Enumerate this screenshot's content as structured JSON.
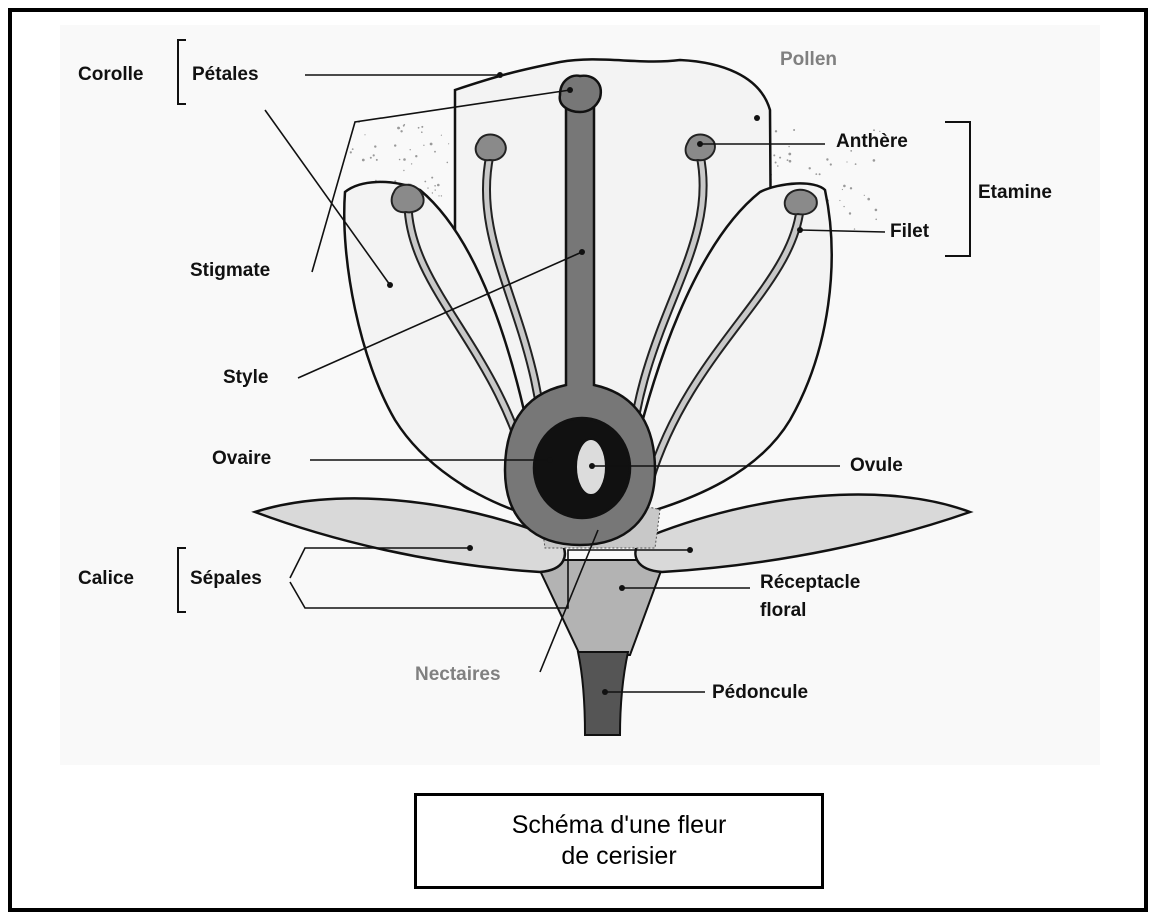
{
  "labels": {
    "corolle": "Corolle",
    "petales": "Pétales",
    "pollen": "Pollen",
    "anthere": "Anthère",
    "etamine": "Etamine",
    "filet": "Filet",
    "stigmate": "Stigmate",
    "style": "Style",
    "ovaire": "Ovaire",
    "ovule": "Ovule",
    "calice": "Calice",
    "sepales": "Sépales",
    "receptacle_line1": "Réceptacle",
    "receptacle_line2": "floral",
    "nectaires": "Nectaires",
    "pedoncule": "Pédoncule"
  },
  "caption": {
    "line1": "Schéma d'une fleur",
    "line2": "de cerisier"
  },
  "colors": {
    "label_text": "#111111",
    "nectaires_label": "#808080",
    "pollen_label": "#808080",
    "petal_fill": "#f2f2f2",
    "sepal_fill": "#d9d9d9",
    "style_fill": "#777777",
    "ovary_fill": "#666666",
    "ovule_ring": "#111111",
    "receptacle_fill": "#b3b3b3",
    "peduncle_fill": "#555555",
    "anther_fill": "#8a8a8a"
  }
}
